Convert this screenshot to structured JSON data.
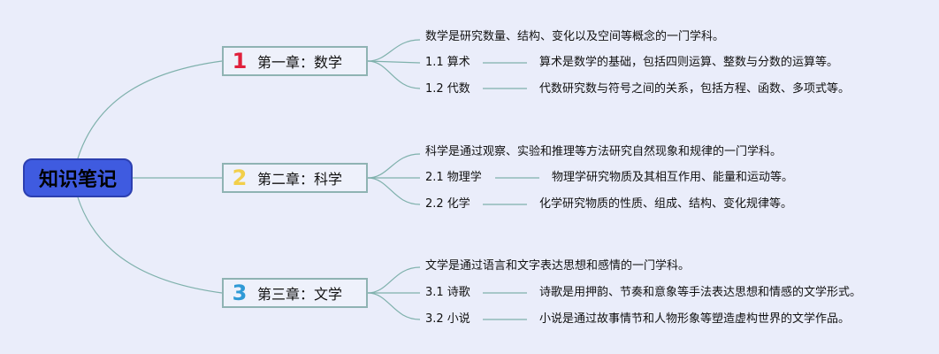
{
  "root": {
    "label": "知识笔记"
  },
  "chapters": [
    {
      "number": "1",
      "number_color": "#e0203c",
      "title": "第一章：数学",
      "summary": "数学是研究数量、结构、变化以及空间等概念的一门学科。",
      "items": [
        {
          "label": "1.1 算术",
          "desc": "算术是数学的基础，包括四则运算、整数与分数的运算等。"
        },
        {
          "label": "1.2 代数",
          "desc": "代数研究数与符号之间的关系，包括方程、函数、多项式等。"
        }
      ]
    },
    {
      "number": "2",
      "number_color": "#f2cf4a",
      "title": "第二章：科学",
      "summary": "科学是通过观察、实验和推理等方法研究自然现象和规律的一门学科。",
      "items": [
        {
          "label": "2.1 物理学",
          "desc": "物理学研究物质及其相互作用、能量和运动等。"
        },
        {
          "label": "2.2 化学",
          "desc": "化学研究物质的性质、组成、结构、变化规律等。"
        }
      ]
    },
    {
      "number": "3",
      "number_color": "#2f9ad6",
      "title": "第三章：文学",
      "summary": "文学是通过语言和文字表达思想和感情的一门学科。",
      "items": [
        {
          "label": "3.1 诗歌",
          "desc": "诗歌是用押韵、节奏和意象等手法表达思想和情感的文学形式。"
        },
        {
          "label": "3.2 小说",
          "desc": "小说是通过故事情节和人物形象等塑造虚构世界的文学作品。"
        }
      ]
    }
  ]
}
